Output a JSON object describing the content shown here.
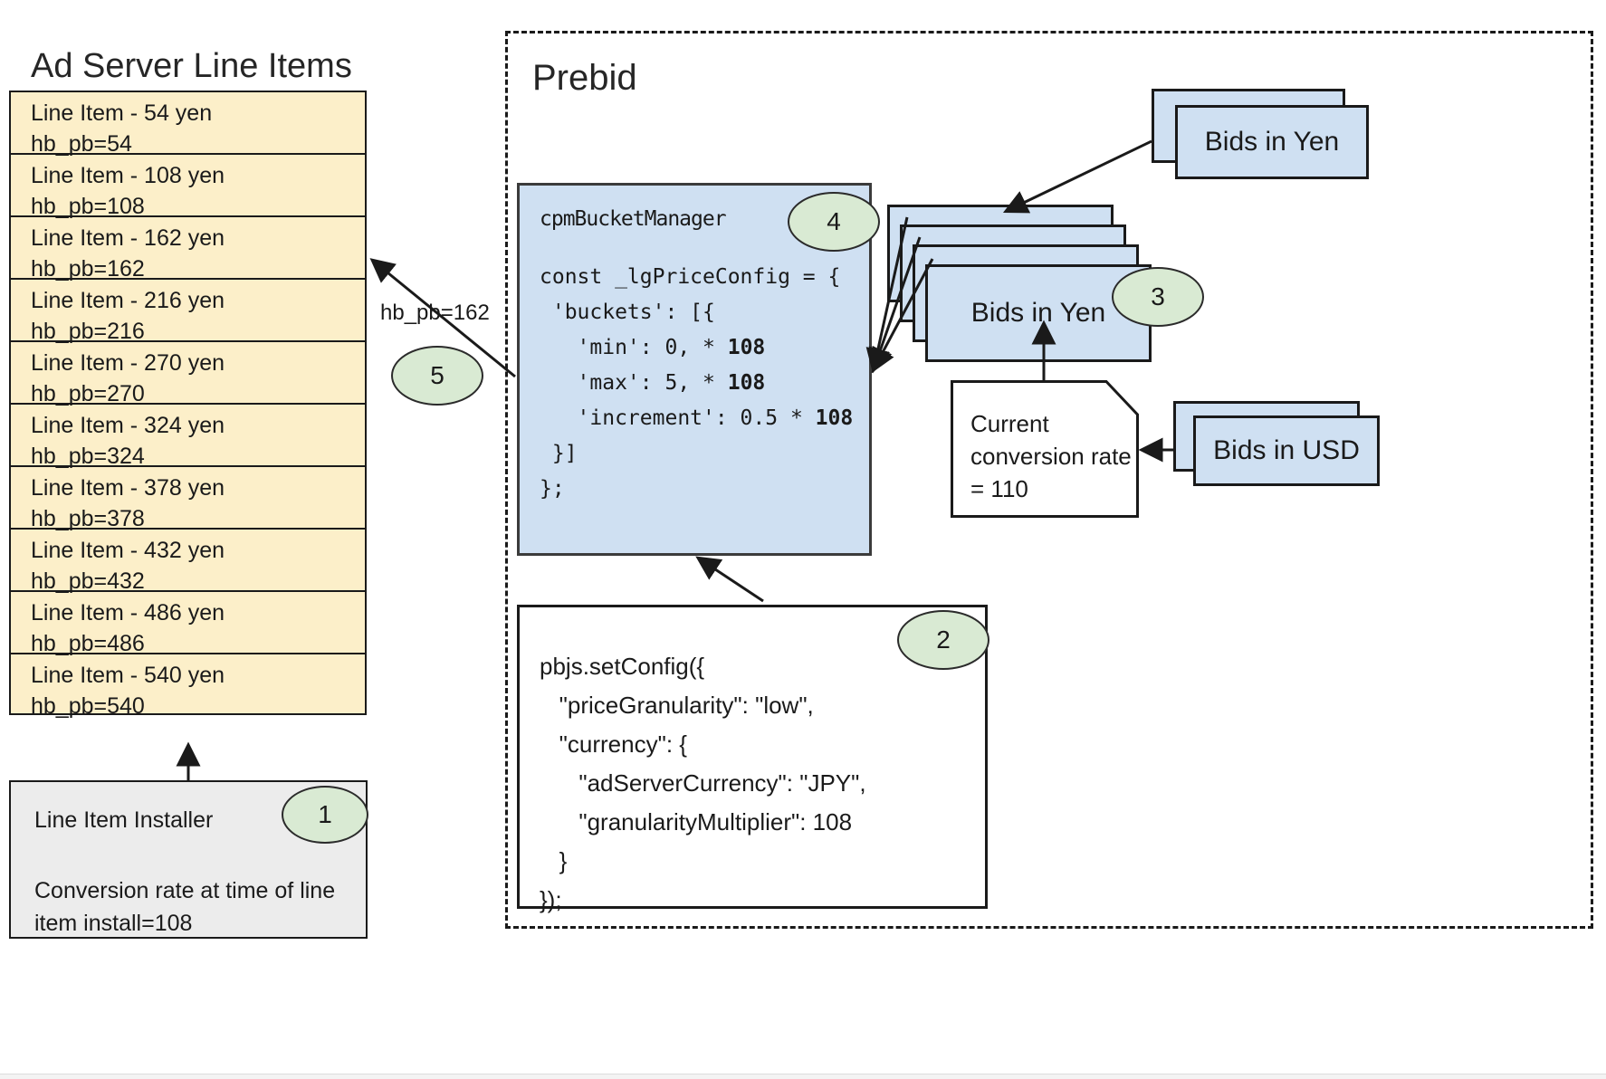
{
  "diagram": {
    "title_ad_server": "Ad Server Line Items",
    "title_prebid": "Prebid"
  },
  "line_items": [
    {
      "name": "Line Item - 54 yen",
      "key": "hb_pb=54"
    },
    {
      "name": "Line Item - 108 yen",
      "key": "hb_pb=108"
    },
    {
      "name": "Line Item - 162 yen",
      "key": "hb_pb=162"
    },
    {
      "name": "Line Item - 216 yen",
      "key": "hb_pb=216"
    },
    {
      "name": "Line Item - 270 yen",
      "key": "hb_pb=270"
    },
    {
      "name": "Line Item - 324 yen",
      "key": "hb_pb=324"
    },
    {
      "name": "Line Item - 378 yen",
      "key": "hb_pb=378"
    },
    {
      "name": "Line Item - 432 yen",
      "key": "hb_pb=432"
    },
    {
      "name": "Line Item - 486 yen",
      "key": "hb_pb=486"
    },
    {
      "name": "Line Item - 540 yen",
      "key": "hb_pb=540"
    }
  ],
  "installer": {
    "title": "Line Item Installer",
    "note": "Conversion rate at time of line item install=108"
  },
  "cpm_bucket_manager": {
    "title": "cpmBucketManager",
    "code_lines": [
      {
        "text": "const _lgPriceConfig = {",
        "bold_tail": ""
      },
      {
        "text": " 'buckets': [{",
        "bold_tail": ""
      },
      {
        "text": "   'min': 0, * ",
        "bold_tail": "108"
      },
      {
        "text": "   'max': 5, * ",
        "bold_tail": "108"
      },
      {
        "text": "   'increment': 0.5 * ",
        "bold_tail": "108"
      },
      {
        "text": " }]",
        "bold_tail": ""
      },
      {
        "text": "};",
        "bold_tail": ""
      }
    ]
  },
  "set_config": {
    "code": "pbjs.setConfig({\n   \"priceGranularity\": \"low\",\n   \"currency\": {\n      \"adServerCurrency\": \"JPY\",\n      \"granularityMultiplier\": 108\n   }\n});"
  },
  "cards": {
    "bids_in_yen": "Bids in Yen",
    "bids_in_yen_top": "Bids in Yen",
    "bids_in_usd": "Bids in USD"
  },
  "note": {
    "text": "Current conversion rate = 110"
  },
  "edges": {
    "hb_pb_label": "hb_pb=162"
  },
  "callouts": {
    "one": "1",
    "two": "2",
    "three": "3",
    "four": "4",
    "five": "5"
  },
  "colors": {
    "line_item_fill": "#fcefc9",
    "blue_fill": "#cfe0f2",
    "gray_fill": "#ececec",
    "callout_fill": "#d9ead3",
    "stroke": "#1a1a1a"
  }
}
